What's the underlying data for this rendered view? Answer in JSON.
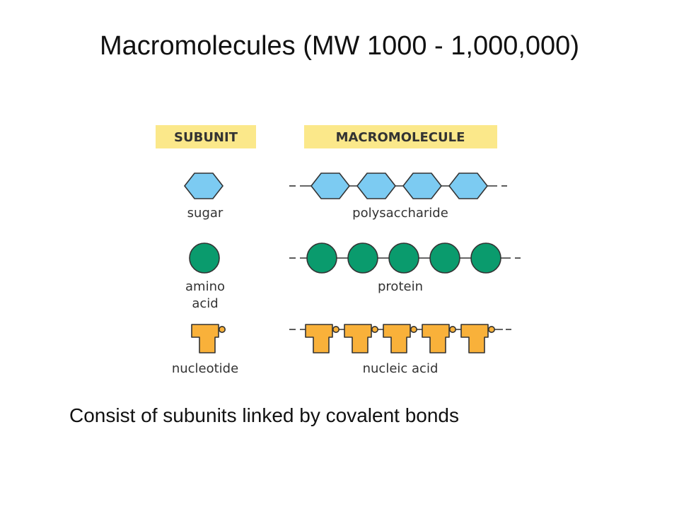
{
  "slide": {
    "title": "Macromolecules (MW 1000 - 1,000,000)",
    "caption": "Consist of subunits linked by covalent bonds"
  },
  "headers": {
    "subunit": "SUBUNIT",
    "macromolecule": "MACROMOLECULE"
  },
  "rows": [
    {
      "shape": "hexagon",
      "subunit_label": [
        "sugar"
      ],
      "macro_label": "polysaccharide",
      "count": 4
    },
    {
      "shape": "circle",
      "subunit_label": [
        "amino",
        "acid"
      ],
      "macro_label": "protein",
      "count": 5
    },
    {
      "shape": "nucleotide",
      "subunit_label": [
        "nucleotide"
      ],
      "macro_label": "nucleic acid",
      "count": 5
    }
  ],
  "colors": {
    "header_bg": "#fbe88a",
    "sugar": "#7ccbf2",
    "amino_acid": "#0a9b6d",
    "nucleotide": "#f9b13a",
    "outline": "#333333",
    "text": "#333333"
  }
}
